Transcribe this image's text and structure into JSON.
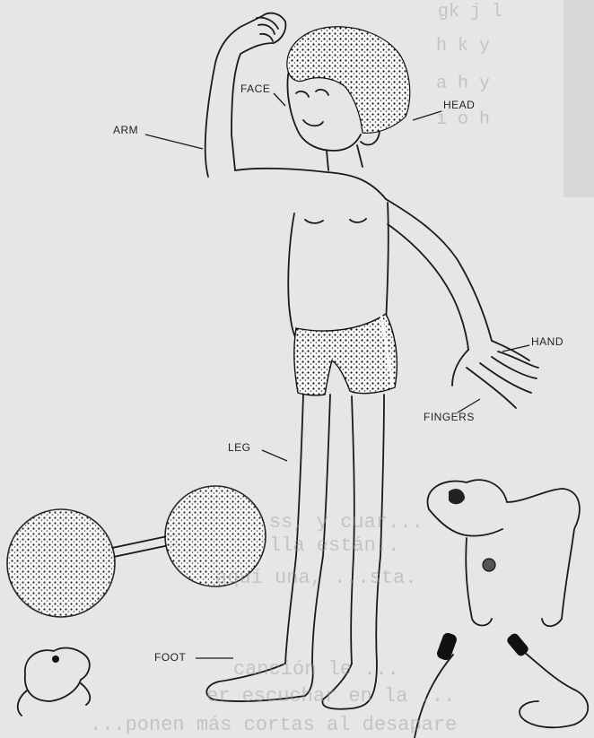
{
  "labels": {
    "face": "FACE",
    "head": "HEAD",
    "arm": "ARM",
    "hand": "HAND",
    "fingers": "FINGERS",
    "leg": "LEG",
    "foot": "FOOT"
  },
  "background_text": {
    "letters_row1": "gk  j  l",
    "letters_row2": "h  k  y",
    "letters_row3": "a  h  y",
    "letters_row4": "i  o  h",
    "bleed_1": "ss, y cuar...",
    "bleed_2": "lla están..",
    "bleed_3": "aquí una, ...sta.",
    "bleed_4": "canción le ...",
    "bleed_5": "er escuchar en la ...",
    "bleed_6": "...ponen más cortas al desapare"
  }
}
